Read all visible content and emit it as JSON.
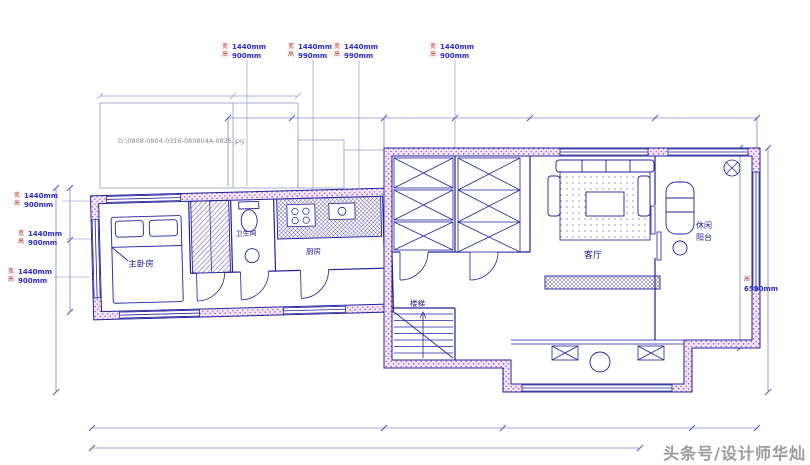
{
  "top_dims": [
    {
      "tag1": "宽",
      "tag2": "高",
      "value1": "1440mm",
      "value2": "900mm"
    },
    {
      "tag1": "宽",
      "tag2": "高",
      "value1": "1440mm",
      "value2": "990mm"
    },
    {
      "tag1": "宽",
      "tag2": "高",
      "value1": "1440mm",
      "value2": "990mm"
    },
    {
      "tag1": "宽",
      "tag2": "高",
      "value1": "1440mm",
      "value2": "900mm"
    }
  ],
  "left_dims": [
    {
      "tag1": "宽",
      "tag2": "高",
      "value1": "1440mm",
      "value2": "900mm"
    },
    {
      "tag1": "宽",
      "tag2": "高",
      "value1": "1440mm",
      "value2": "900mm"
    },
    {
      "tag1": "宽",
      "tag2": "高",
      "value1": "1440mm",
      "value2": "900mm"
    }
  ],
  "right_dim": {
    "tag": "高",
    "value": "6590mm"
  },
  "rooms": {
    "master_bedroom": "主卧房",
    "bathroom": "卫生间",
    "kitchen": "厨房",
    "living_room": "客厅",
    "balcony_line1": "休闲",
    "balcony_line2": "阳台",
    "stairs": "楼梯"
  },
  "ref_note": "D:\\0808-0804-0316-080804A-0825.jpg",
  "watermark": "头条号/设计师华灿"
}
